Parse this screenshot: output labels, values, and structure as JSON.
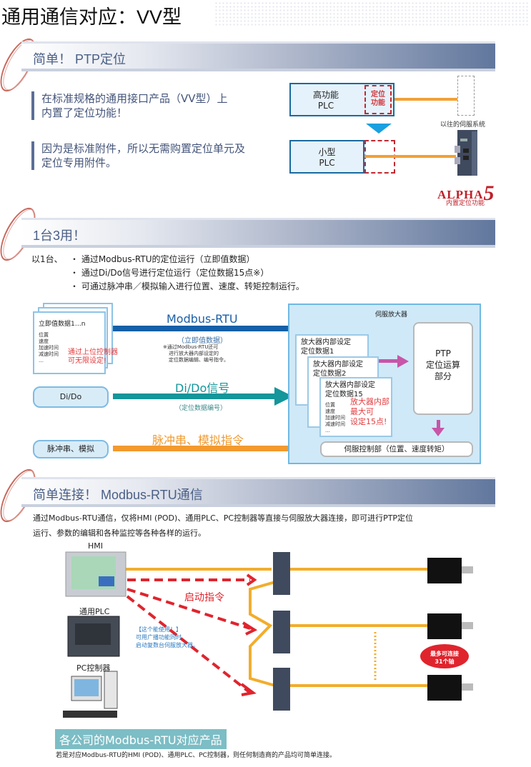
{
  "page": {
    "title": "通用通信对应：VV型"
  },
  "section1": {
    "banner": "简单！ PTP定位",
    "quote1": [
      "在标准规格的通用接口产品（VV型）上",
      "内置了定位功能！"
    ],
    "quote2": [
      "因为是标准附件，所以无需购置定位单元及",
      "定位专用附件。"
    ],
    "diagram": {
      "high_plc": [
        "高功能",
        "PLC"
      ],
      "pos_func": [
        "定位",
        "功能"
      ],
      "small_plc": [
        "小型",
        "PLC"
      ],
      "legacy_label": "以往的伺服系统",
      "brand": "ALPHA",
      "brand_num": "5",
      "brand_caption": "内置定位功能"
    }
  },
  "section2": {
    "banner": "1台3用！",
    "intro": "以1台、",
    "bullets": [
      "・ 通过Modbus-RTU的定位运行（立即值数据）",
      "・ 通过Di/Do信号进行定位运行（定位数据15点※）",
      "・ 可通过脉冲串／模拟输入进行位置、速度、转矩控制运行。"
    ],
    "diagram": {
      "doc_title": "立即值数据1…n",
      "doc_fields": [
        "位置",
        "速度",
        "加速时间",
        "减速时间",
        "…"
      ],
      "doc_note": [
        "通过上位控制器",
        "可无限设定!"
      ],
      "modbus_label": "Modbus-RTU",
      "modbus_sub": "（立即值数据）",
      "modbus_note": [
        "※通过Modbus-RTU还可",
        "进行放大器内部设定的",
        "定位数据编辑、编号指令。"
      ],
      "dido_box": "Di/Do",
      "dido_label": "Di/Do信号",
      "dido_sub": "（定位数据编号）",
      "pulse_box": "脉冲串、模拟",
      "pulse_label": "脉冲串、模拟指令",
      "amp_title": "伺服放大器",
      "card1": [
        "放大器内部设定",
        "定位数据1"
      ],
      "card2": [
        "放大器内部设定",
        "定位数据2"
      ],
      "card3": [
        "放大器内部设定",
        "定位数据15"
      ],
      "card_fields": [
        "位置",
        "速度",
        "加速时间",
        "减速时间",
        "…"
      ],
      "card_note": [
        "放大器内部",
        "最大可",
        "设定15点!"
      ],
      "ptp_box": [
        "PTP",
        "定位运算",
        "部分"
      ],
      "servo_ctrl": "伺服控制部（位置、速度转矩）"
    }
  },
  "section3": {
    "banner": "简单连接！ Modbus-RTU通信",
    "para": [
      "通过Modbus-RTU通信，仅将HMI (POD)、通用PLC、PC控制器等直接与伺服放大器连接，即可进行PTP定位",
      "运行、参数的编辑和各种监控等各种各样的运行。"
    ],
    "diagram": {
      "hmi_label": "HMI",
      "plc_label": "通用PLC",
      "pc_label": "PC控制器",
      "start_cmd": "启动指令",
      "broadcast_note": [
        "【这个能使用！】",
        "可用广播功能同时",
        "启动复数台伺服放大器。"
      ],
      "max_axes": [
        "最多可连接",
        "31个轴"
      ]
    },
    "product_banner": "各公司的Modbus-RTU对应产品",
    "footer": "若是对应Modbus-RTU的HMI (POD)、通用PLC、PC控制器，则任何制造商的产品均可简单连接。"
  },
  "colors": {
    "accent_blue": "#1560a8",
    "teal": "#14969a",
    "orange": "#f29a2e",
    "red": "#e0242d",
    "banner_dark": "#61779d"
  }
}
